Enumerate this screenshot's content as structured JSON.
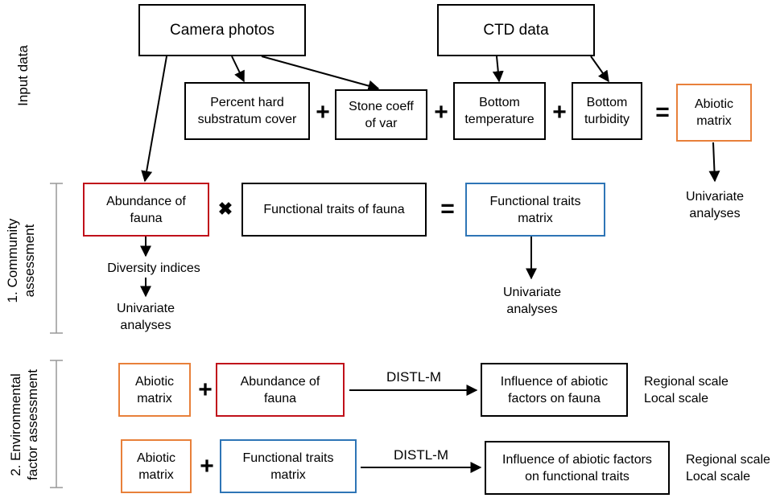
{
  "sections": {
    "input": "Input data",
    "community": "1. Community\nassessment",
    "environmental": "2. Environmental\nfactor assessment"
  },
  "input": {
    "camera_photos": "Camera photos",
    "ctd_data": "CTD data",
    "percent_hard": "Percent hard\nsubstratum cover",
    "stone_coeff": "Stone coeff\nof var",
    "bottom_temp": "Bottom\ntemperature",
    "bottom_turb": "Bottom\nturbidity",
    "abiotic_matrix": "Abiotic\nmatrix",
    "univariate_abiotic": "Univariate\nanalyses"
  },
  "community": {
    "abundance": "Abundance of\nfauna",
    "functional_traits": "Functional traits of fauna",
    "functional_matrix": "Functional traits\nmatrix",
    "diversity": "Diversity indices",
    "univariate_diversity": "Univariate\nanalyses",
    "univariate_functional": "Univariate\nanalyses"
  },
  "environmental": {
    "row1": {
      "abiotic": "Abiotic\nmatrix",
      "abundance": "Abundance of\nfauna",
      "method": "DISTL-M",
      "result": "Influence of abiotic\nfactors on fauna",
      "scales": "Regional scale\nLocal scale"
    },
    "row2": {
      "abiotic": "Abiotic\nmatrix",
      "functional": "Functional traits\nmatrix",
      "method": "DISTL-M",
      "result": "Influence of abiotic factors\non functional traits",
      "scales": "Regional scale\nLocal scale"
    }
  },
  "operators": {
    "plus": "+",
    "equals": "=",
    "times": "✖"
  },
  "colors": {
    "abiotic": "#e8803a",
    "fauna": "#c0101a",
    "traits": "#2e75b6",
    "default": "#000000"
  }
}
